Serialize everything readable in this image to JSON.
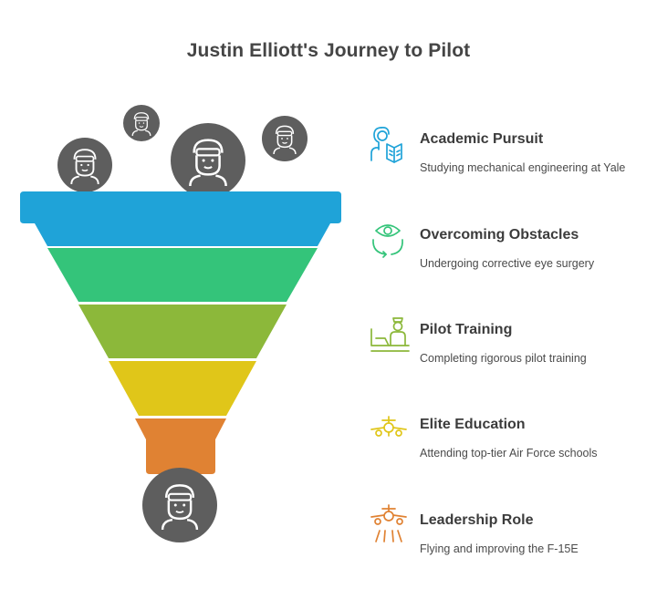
{
  "title": "Justin Elliott's Journey to Pilot",
  "stages": [
    {
      "heading": "Academic Pursuit",
      "description": "Studying mechanical engineering at Yale",
      "color": "#1fa3d8",
      "icon": "student-reading-icon"
    },
    {
      "heading": "Overcoming Obstacles",
      "description": "Undergoing corrective eye surgery",
      "color": "#34c47a",
      "icon": "eye-cycle-icon"
    },
    {
      "heading": "Pilot Training",
      "description": "Completing rigorous pilot training",
      "color": "#8cb83a",
      "icon": "pilot-desk-icon"
    },
    {
      "heading": "Elite Education",
      "description": "Attending top-tier Air Force schools",
      "color": "#e0c619",
      "icon": "aircraft-front-icon"
    },
    {
      "heading": "Leadership Role",
      "description": "Flying and improving the F-15E",
      "color": "#e08233",
      "icon": "aircraft-landing-icon"
    }
  ],
  "avatar_color": "#5e5e5e"
}
